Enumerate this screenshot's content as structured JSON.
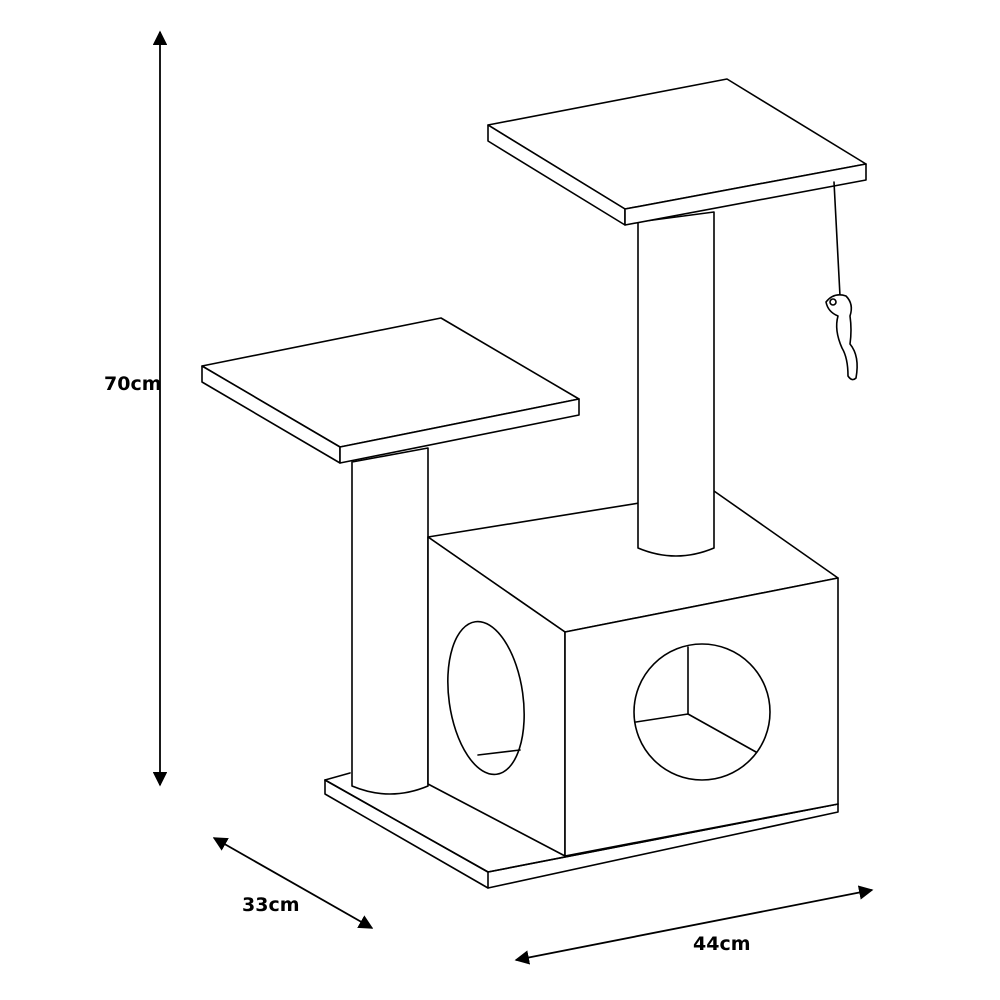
{
  "dimensions": {
    "height": "70cm",
    "depth": "33cm",
    "width": "44cm"
  },
  "colors": {
    "line": "#000000",
    "background": "#ffffff"
  }
}
